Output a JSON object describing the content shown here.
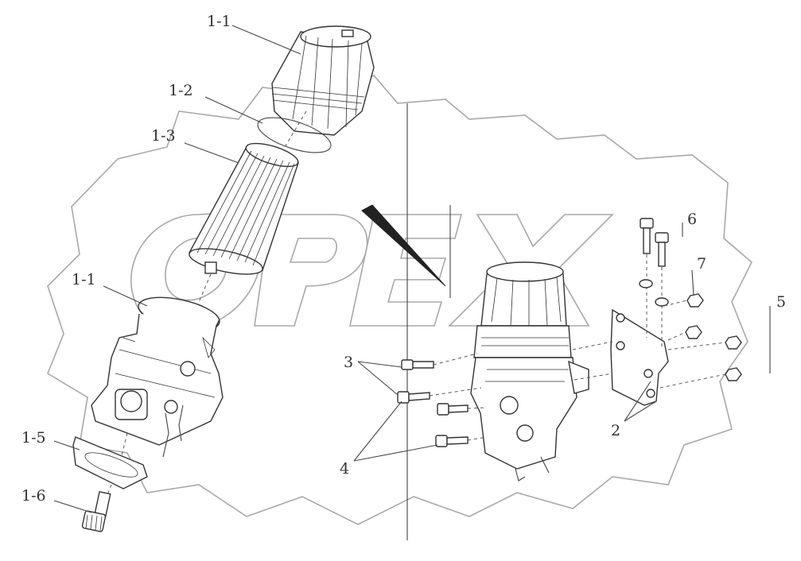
{
  "watermark": {
    "brand": "OPEX"
  },
  "labels": {
    "top_filter_cap": "1-1",
    "oring": "1-2",
    "filter_element": "1-3",
    "housing": "1-1",
    "bottom_cover": "1-5",
    "drain_plug": "1-6",
    "bolt_3": "3",
    "washer_4": "4",
    "bracket_2": "2",
    "bolt_6": "6",
    "nut_7": "7",
    "item_5": "5"
  },
  "colors": {
    "line": "#333333",
    "watermark": "#a8a8a8",
    "background": "#ffffff"
  }
}
